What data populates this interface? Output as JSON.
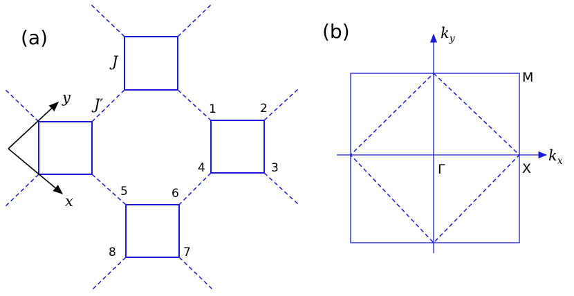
{
  "panel_a": {
    "label": "(a)",
    "coupling_intra": "J",
    "coupling_inter": "J",
    "coupling_inter_prime": "′",
    "axis_x": "x",
    "axis_y": "y",
    "sites": [
      "1",
      "2",
      "3",
      "4",
      "5",
      "6",
      "7",
      "8"
    ]
  },
  "panel_b": {
    "label": "(b)",
    "kx": "k",
    "kx_sub": "x",
    "ky": "k",
    "ky_sub": "y",
    "point_gamma": "Γ",
    "point_x": "X",
    "point_m": "M"
  },
  "colors": {
    "lattice": "#1a1ad6",
    "axes": "#000000"
  }
}
